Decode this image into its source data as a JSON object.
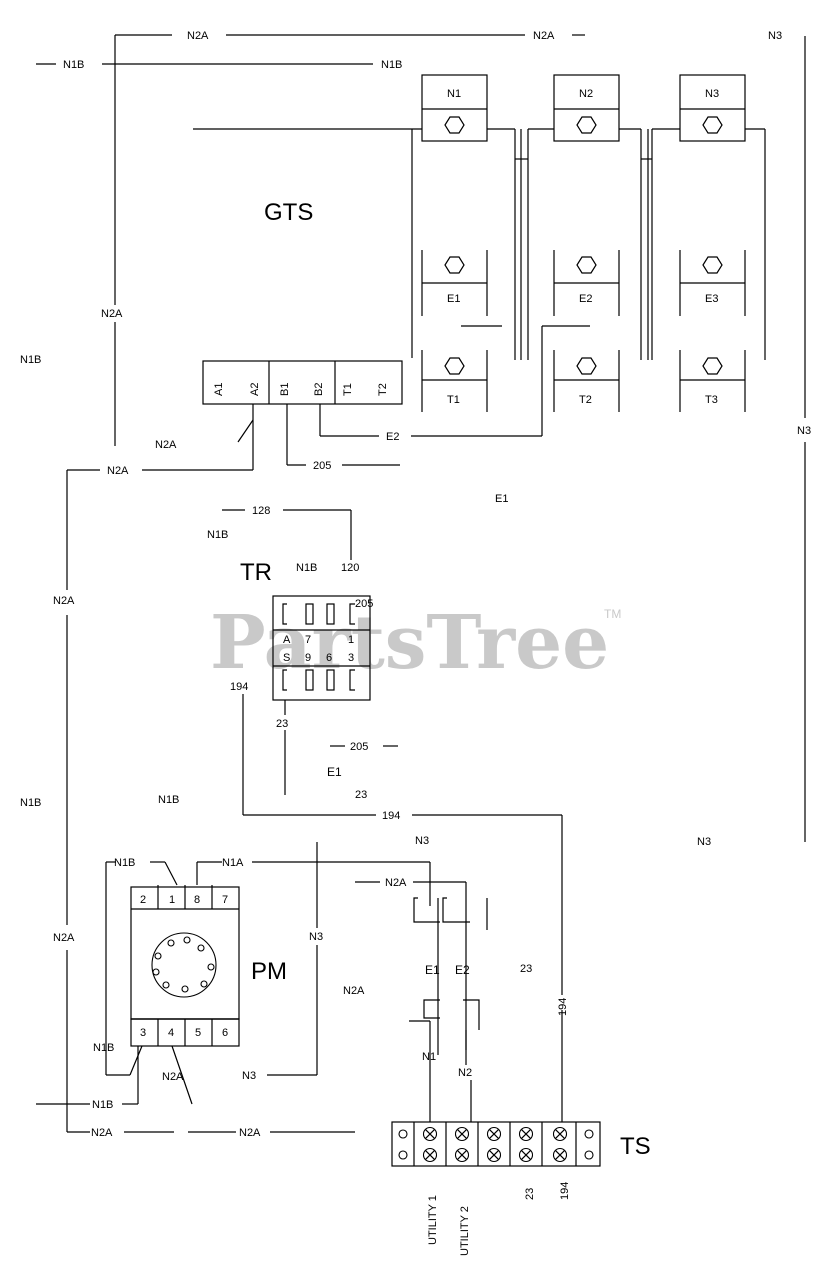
{
  "components": {
    "gts": "GTS",
    "tr": "TR",
    "pm": "PM",
    "ts": "TS"
  },
  "contacts": {
    "normal": [
      "N1",
      "N2",
      "N3"
    ],
    "emergency": [
      "E1",
      "E2",
      "E3"
    ],
    "transfer": [
      "T1",
      "T2",
      "T3"
    ]
  },
  "gts_terminals": [
    "A1",
    "A2",
    "B1",
    "B2",
    "T1",
    "T2"
  ],
  "tr_pins": {
    "row_a": [
      "A",
      "7",
      "1"
    ],
    "row_b": [
      "S",
      "9",
      "6",
      "3"
    ]
  },
  "pm_pins": {
    "top": [
      "2",
      "1",
      "8",
      "7"
    ],
    "bottom": [
      "3",
      "4",
      "5",
      "6"
    ]
  },
  "relay_labels": [
    "E1",
    "E2"
  ],
  "ts_labels": [
    "UTILITY 1",
    "UTILITY 2",
    "23",
    "194"
  ],
  "wire_labels": {
    "n2a": "N2A",
    "n1b": "N1B",
    "n3": "N3",
    "n1a": "N1A",
    "w128": "128",
    "w120": "120",
    "w205": "205",
    "w194": "194",
    "w23": "23",
    "e1": "E1",
    "e2": "E2",
    "n1": "N1",
    "n2": "N2"
  },
  "watermark": {
    "text": "PartsTree",
    "mark": "TM"
  }
}
